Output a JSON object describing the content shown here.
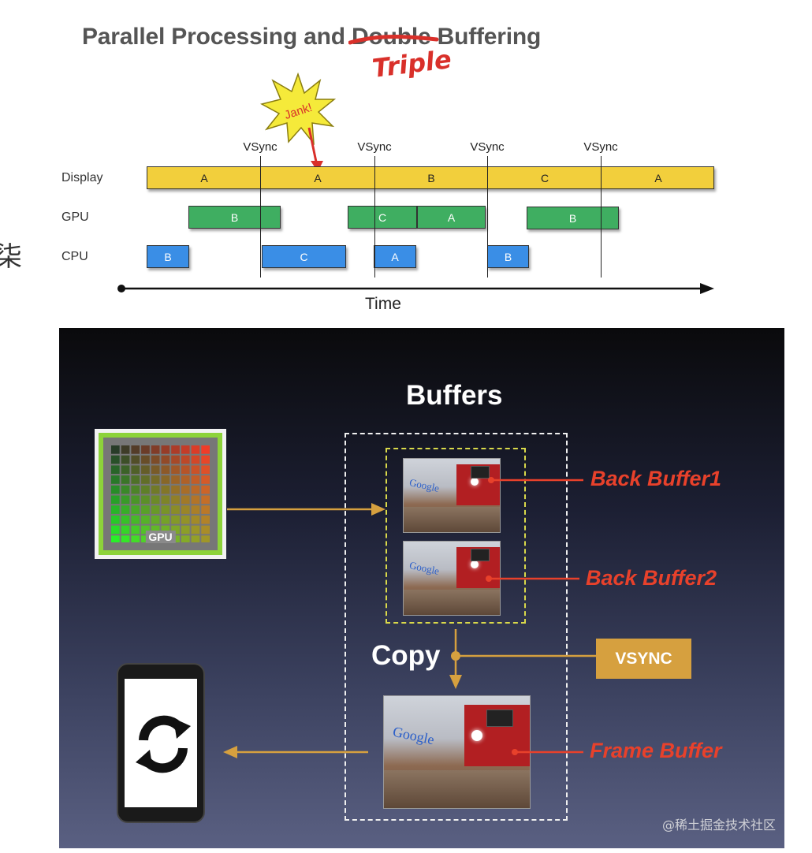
{
  "slide_top": {
    "title_prefix": "Parallel Processing and ",
    "title_struck": "Double",
    "title_suffix": " Buffering",
    "correction": "Triple",
    "jank_label": "Jank!",
    "rows": {
      "display": "Display",
      "gpu": "GPU",
      "cpu": "CPU"
    },
    "vsync": [
      "VSync",
      "VSync",
      "VSync",
      "VSync"
    ],
    "time_label": "Time",
    "display_blocks": [
      "A",
      "A",
      "B",
      "C",
      "A"
    ],
    "gpu_blocks": [
      "B",
      "C",
      "A",
      "B"
    ],
    "cpu_blocks": [
      "B",
      "C",
      "A",
      "B"
    ]
  },
  "side_glyph": "柒",
  "slide_bottom": {
    "title": "Buffers",
    "gpu_label": "GPU",
    "back_buffer_1": "Back Buffer1",
    "back_buffer_2": "Back Buffer2",
    "copy_label": "Copy",
    "vsync_label": "VSYNC",
    "frame_buffer": "Frame Buffer",
    "photo_logo": "Google",
    "device_icon": "refresh-icon"
  },
  "watermark": "@稀土掘金技术社区",
  "colors": {
    "display": "#f2cf3c",
    "gpu": "#3fae61",
    "cpu": "#3a8ee6",
    "buffer_label": "#e8412b",
    "arrow": "#d6a03f",
    "strike": "#d9302a"
  }
}
